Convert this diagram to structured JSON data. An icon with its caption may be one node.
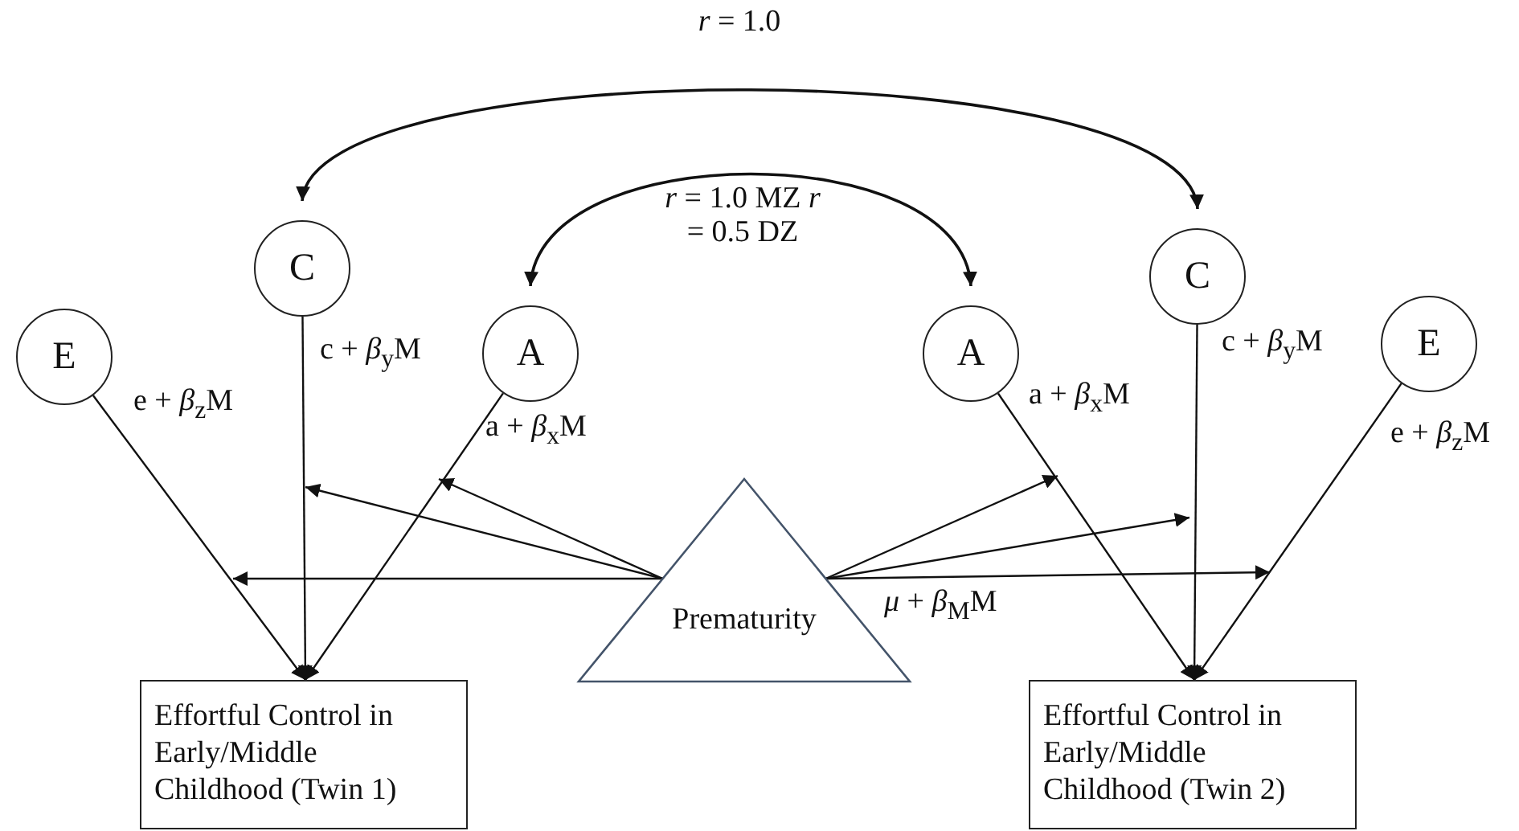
{
  "diagram": {
    "nodes": [
      {
        "text": [
          "E"
        ]
      },
      {
        "text": [
          "C"
        ]
      },
      {
        "text": [
          "A"
        ]
      },
      {
        "text": [
          "A"
        ]
      },
      {
        "text": [
          "C"
        ]
      },
      {
        "text": [
          "E"
        ]
      },
      {
        "text": [
          "Prematurity"
        ]
      },
      {
        "text": [
          "Effortful Control in Early/Middle Childhood (Twin 1)"
        ]
      },
      {
        "text": [
          "Effortful Control in Early/Middle Childhood (Twin 2)"
        ]
      }
    ],
    "edges": [
      {
        "from": 0,
        "to": 7,
        "arrow": "to",
        "label": "e + *β*$_{z}$M"
      },
      {
        "from": 1,
        "to": 7,
        "arrow": "to",
        "label": "c + *β*$_{y}$M"
      },
      {
        "from": 2,
        "to": 7,
        "arrow": "to",
        "label": "a + *β*$_{x}$M"
      },
      {
        "from": 3,
        "to": 8,
        "arrow": "to",
        "label": "a + *β*$_{x}$M"
      },
      {
        "from": 4,
        "to": 8,
        "arrow": "to",
        "label": "c + *β*$_{y}$M"
      },
      {
        "from": 5,
        "to": 8,
        "arrow": "to",
        "label": "e + *β*$_{z}$M"
      },
      {
        "from": 1,
        "to": 4,
        "arrow": "both",
        "label": "*r* = 1.0"
      },
      {
        "from": 2,
        "to": 3,
        "arrow": "both",
        "label": "*r* = 1.0 MZ *r* = 0.5 DZ"
      },
      {
        "from": 6,
        "to": null,
        "arrow": "to"
      },
      {
        "from": 6,
        "to": null,
        "arrow": "to"
      },
      {
        "from": 6,
        "to": null,
        "arrow": "to"
      },
      {
        "from": 6,
        "to": null,
        "arrow": "to"
      },
      {
        "from": 6,
        "to": null,
        "arrow": "to"
      },
      {
        "from": 6,
        "to": null,
        "arrow": "to"
      }
    ],
    "labels": [
      "*μ* + *β*$_{M}$M"
    ]
  }
}
